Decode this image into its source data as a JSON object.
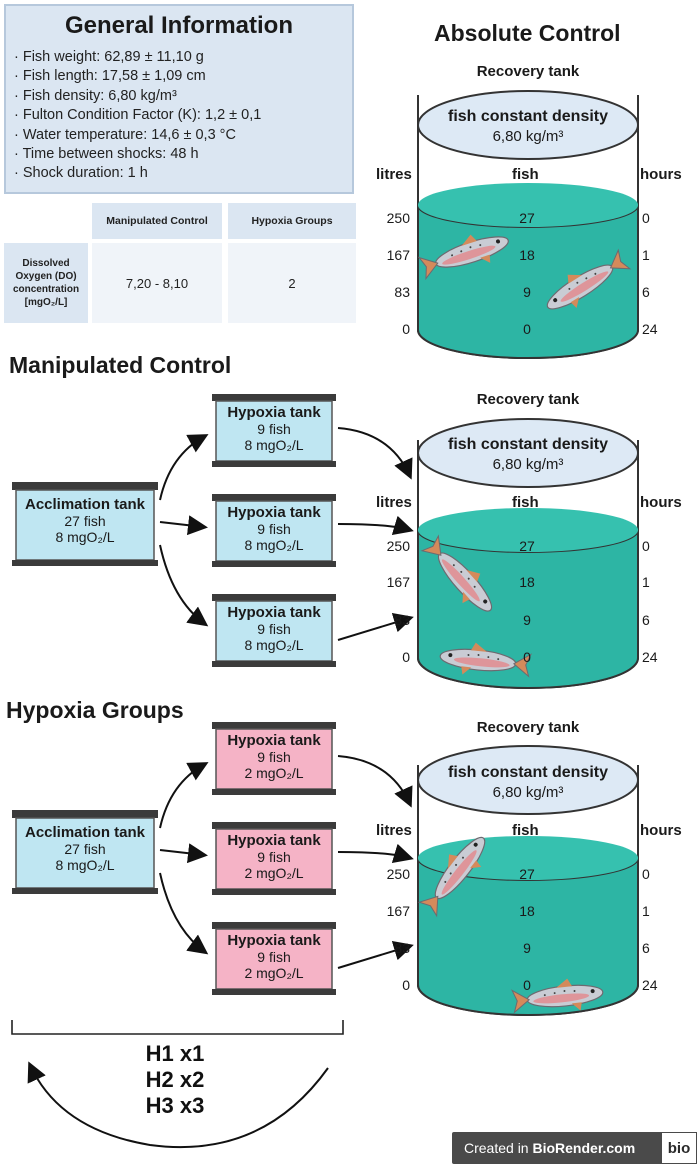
{
  "general_info": {
    "title": "General Information",
    "items": [
      "· Fish weight: 62,89 ± 11,10 g",
      "· Fish length: 17,58 ± 1,09 cm",
      "· Fish density: 6,80 kg/m³",
      "· Fulton Condition Factor (K): 1,2 ± 0,1",
      "· Water temperature: 14,6 ± 0,3 °C",
      "· Time between shocks: 48 h",
      "· Shock duration: 1 h"
    ]
  },
  "do_table": {
    "col_headers": [
      "Manipulated Control",
      "Hypoxia Groups"
    ],
    "row_header": "Dissolved Oxygen (DO) concentration [mgO₂/L]",
    "values": [
      "7,20 - 8,10",
      "2"
    ]
  },
  "sections": {
    "absolute_control": "Absolute Control",
    "manipulated_control": "Manipulated Control",
    "hypoxia_groups": "Hypoxia Groups"
  },
  "recovery_tank": {
    "title": "Recovery tank",
    "lid_title": "fish constant density",
    "lid_value": "6,80 kg/m³",
    "col_litres": "litres",
    "col_fish": "fish",
    "col_hours": "hours",
    "litres": [
      "250",
      "167",
      "83",
      "0"
    ],
    "fish": [
      "27",
      "18",
      "9",
      "0"
    ],
    "hours": [
      "0",
      "1",
      "6",
      "24"
    ]
  },
  "acclimation_tank": {
    "label": "Acclimation tank",
    "fish": "27 fish",
    "oxygen": "8 mgO₂/L"
  },
  "hypoxia_tank_control": {
    "label": "Hypoxia tank",
    "fish": "9 fish",
    "oxygen": "8 mgO₂/L"
  },
  "hypoxia_tank_hypoxia": {
    "label": "Hypoxia tank",
    "fish": "9 fish",
    "oxygen": "2 mgO₂/L"
  },
  "repetitions": [
    "H1 x1",
    "H2 x2",
    "H3 x3"
  ],
  "footer": {
    "prefix": "Created in ",
    "brand": "BioRender.com",
    "logo": "bio"
  },
  "colors": {
    "water": "#2db5a4",
    "tank_blue": "#bfe6f2",
    "tank_pink": "#f5b3c6",
    "info_bg": "#dbe6f2",
    "lid": "#dde9f5"
  }
}
